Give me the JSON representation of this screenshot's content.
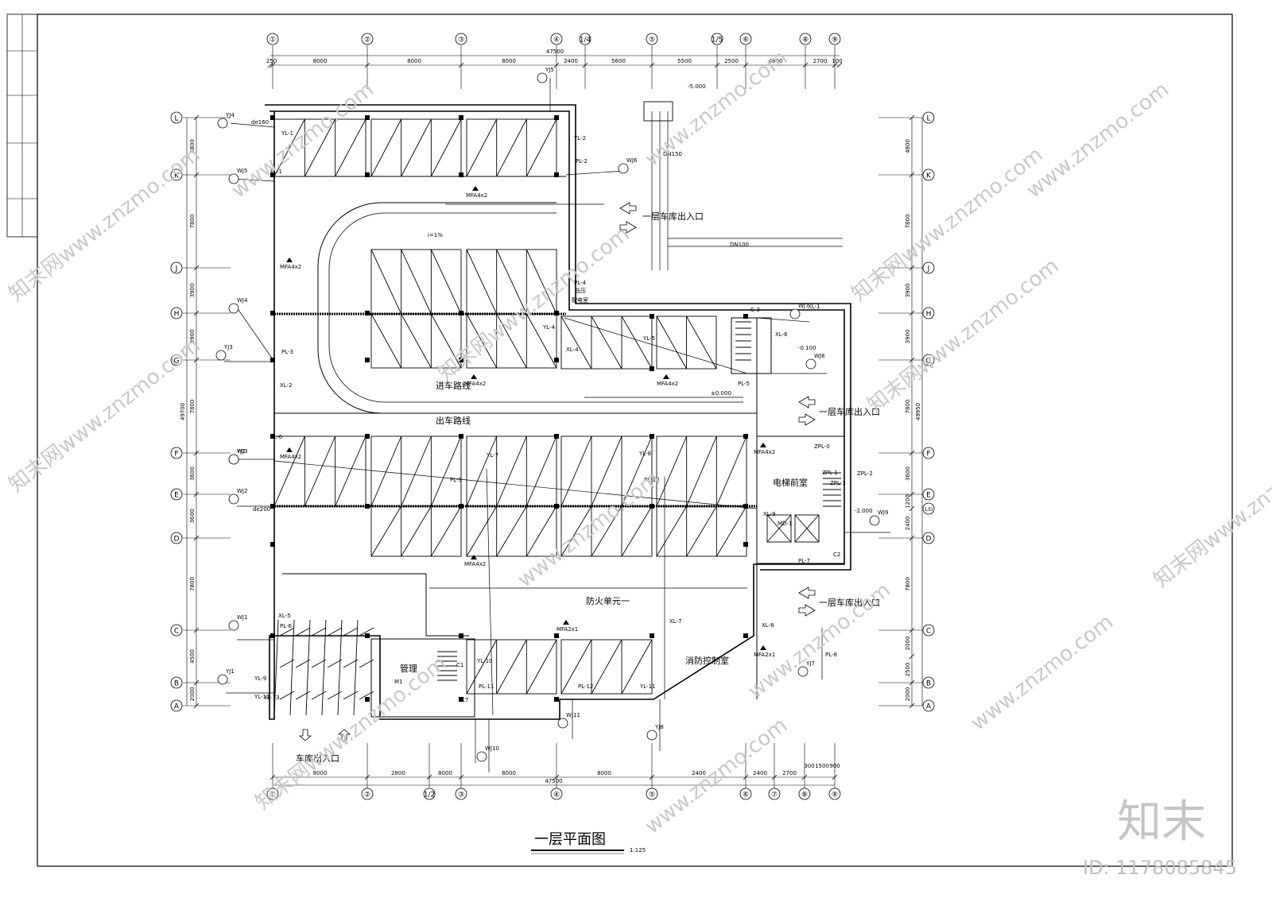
{
  "title": "一层平面图",
  "scale": "1:125",
  "watermark": {
    "site": "www.znzmo.com",
    "brand": "知末网",
    "logo": "知末",
    "id": "ID: 1178085845"
  },
  "grid_top": [
    "①",
    "②",
    "③",
    "④",
    "1/4",
    "⑤",
    "1/5",
    "⑥",
    "⑧",
    "⑨"
  ],
  "grid_bottom": [
    "①",
    "②",
    "1/2",
    "③",
    "④",
    "⑤",
    "⑥",
    "⑦",
    "⑧",
    "⑨"
  ],
  "grid_rows": [
    "L",
    "K",
    "J",
    "H",
    "G",
    "F",
    "E",
    "D",
    "C",
    "B",
    "A"
  ],
  "grid_row_extra": "1/D",
  "dims_top": [
    "250",
    "8000",
    "8000",
    "8000",
    "2400",
    "5600",
    "5500",
    "2500",
    "4800",
    "2700",
    "100"
  ],
  "dims_top_total": "47500",
  "dims_bottom": [
    "8000",
    "2800",
    "8000",
    "8000",
    "8000",
    "2400",
    "2400",
    "2700"
  ],
  "dims_bottom_extra": [
    "300",
    "1500",
    "900"
  ],
  "dims_bottom_total": "47500",
  "dims_left": [
    "4800",
    "7800",
    "3900",
    "3900",
    "7800",
    "3600",
    "3600",
    "7800",
    "4500",
    "2000"
  ],
  "dims_left_total": "49700",
  "dims_right": [
    "4800",
    "7800",
    "3900",
    "3900",
    "7800",
    "3600",
    "1200",
    "2400",
    "7800",
    "2000",
    "2500",
    "2000"
  ],
  "dims_right_total": "49950",
  "rooms": {
    "power_room": "低压\n配电室",
    "elevator_lobby": "电梯前室",
    "management": "管理",
    "fire_control": "消防控制室"
  },
  "routes": {
    "entry": "进车路线",
    "exit": "出车路线",
    "fire_unit": "防火单元一",
    "garage_entrance": "一层车库出入口",
    "garage_gate": "车库出入口"
  },
  "pipes": [
    "YL-1",
    "YL-2",
    "PL-1",
    "PL-2",
    "PL-3",
    "PL-4",
    "PL-5",
    "PL-6",
    "PL-7",
    "PL-8",
    "PL-9",
    "PL-10",
    "PL-11",
    "PL-12",
    "XL-1",
    "XL-2",
    "XL-4",
    "XL-5",
    "XL-6",
    "XL-7",
    "XL-8",
    "XL-9",
    "YL-4",
    "YL-5",
    "YL-6",
    "YL-7",
    "YL-8",
    "YL-9",
    "YL-10",
    "YL-11",
    "YL-12",
    "YL-13",
    "ZPL-0",
    "ZPL-1",
    "ZPL-2",
    "ZPL-3"
  ],
  "wells": [
    "YJ5",
    "YJ4",
    "WJ5",
    "WJ4",
    "YJ3",
    "YJ2",
    "WJ3",
    "WJ2",
    "WJ1",
    "YJ1",
    "WJ6",
    "WJ7",
    "WJ8",
    "WJ9",
    "YJ7",
    "YJ8",
    "WJ10",
    "WJ11"
  ],
  "extinguishers": [
    "MFA4x2",
    "MFA4x2",
    "MFA4x2",
    "MFA4x2",
    "MFA4x2",
    "MFA4x2",
    "MFA4x2",
    "MFA2x1",
    "MFA2x1"
  ],
  "misc": [
    "de160",
    "de200",
    "DN100",
    "DN150",
    "i=1%",
    "±0.000",
    "-0.100",
    "-2.000",
    "-5.000",
    "MD-1",
    "M1",
    "C1",
    "C2",
    "C7",
    "C-3"
  ]
}
